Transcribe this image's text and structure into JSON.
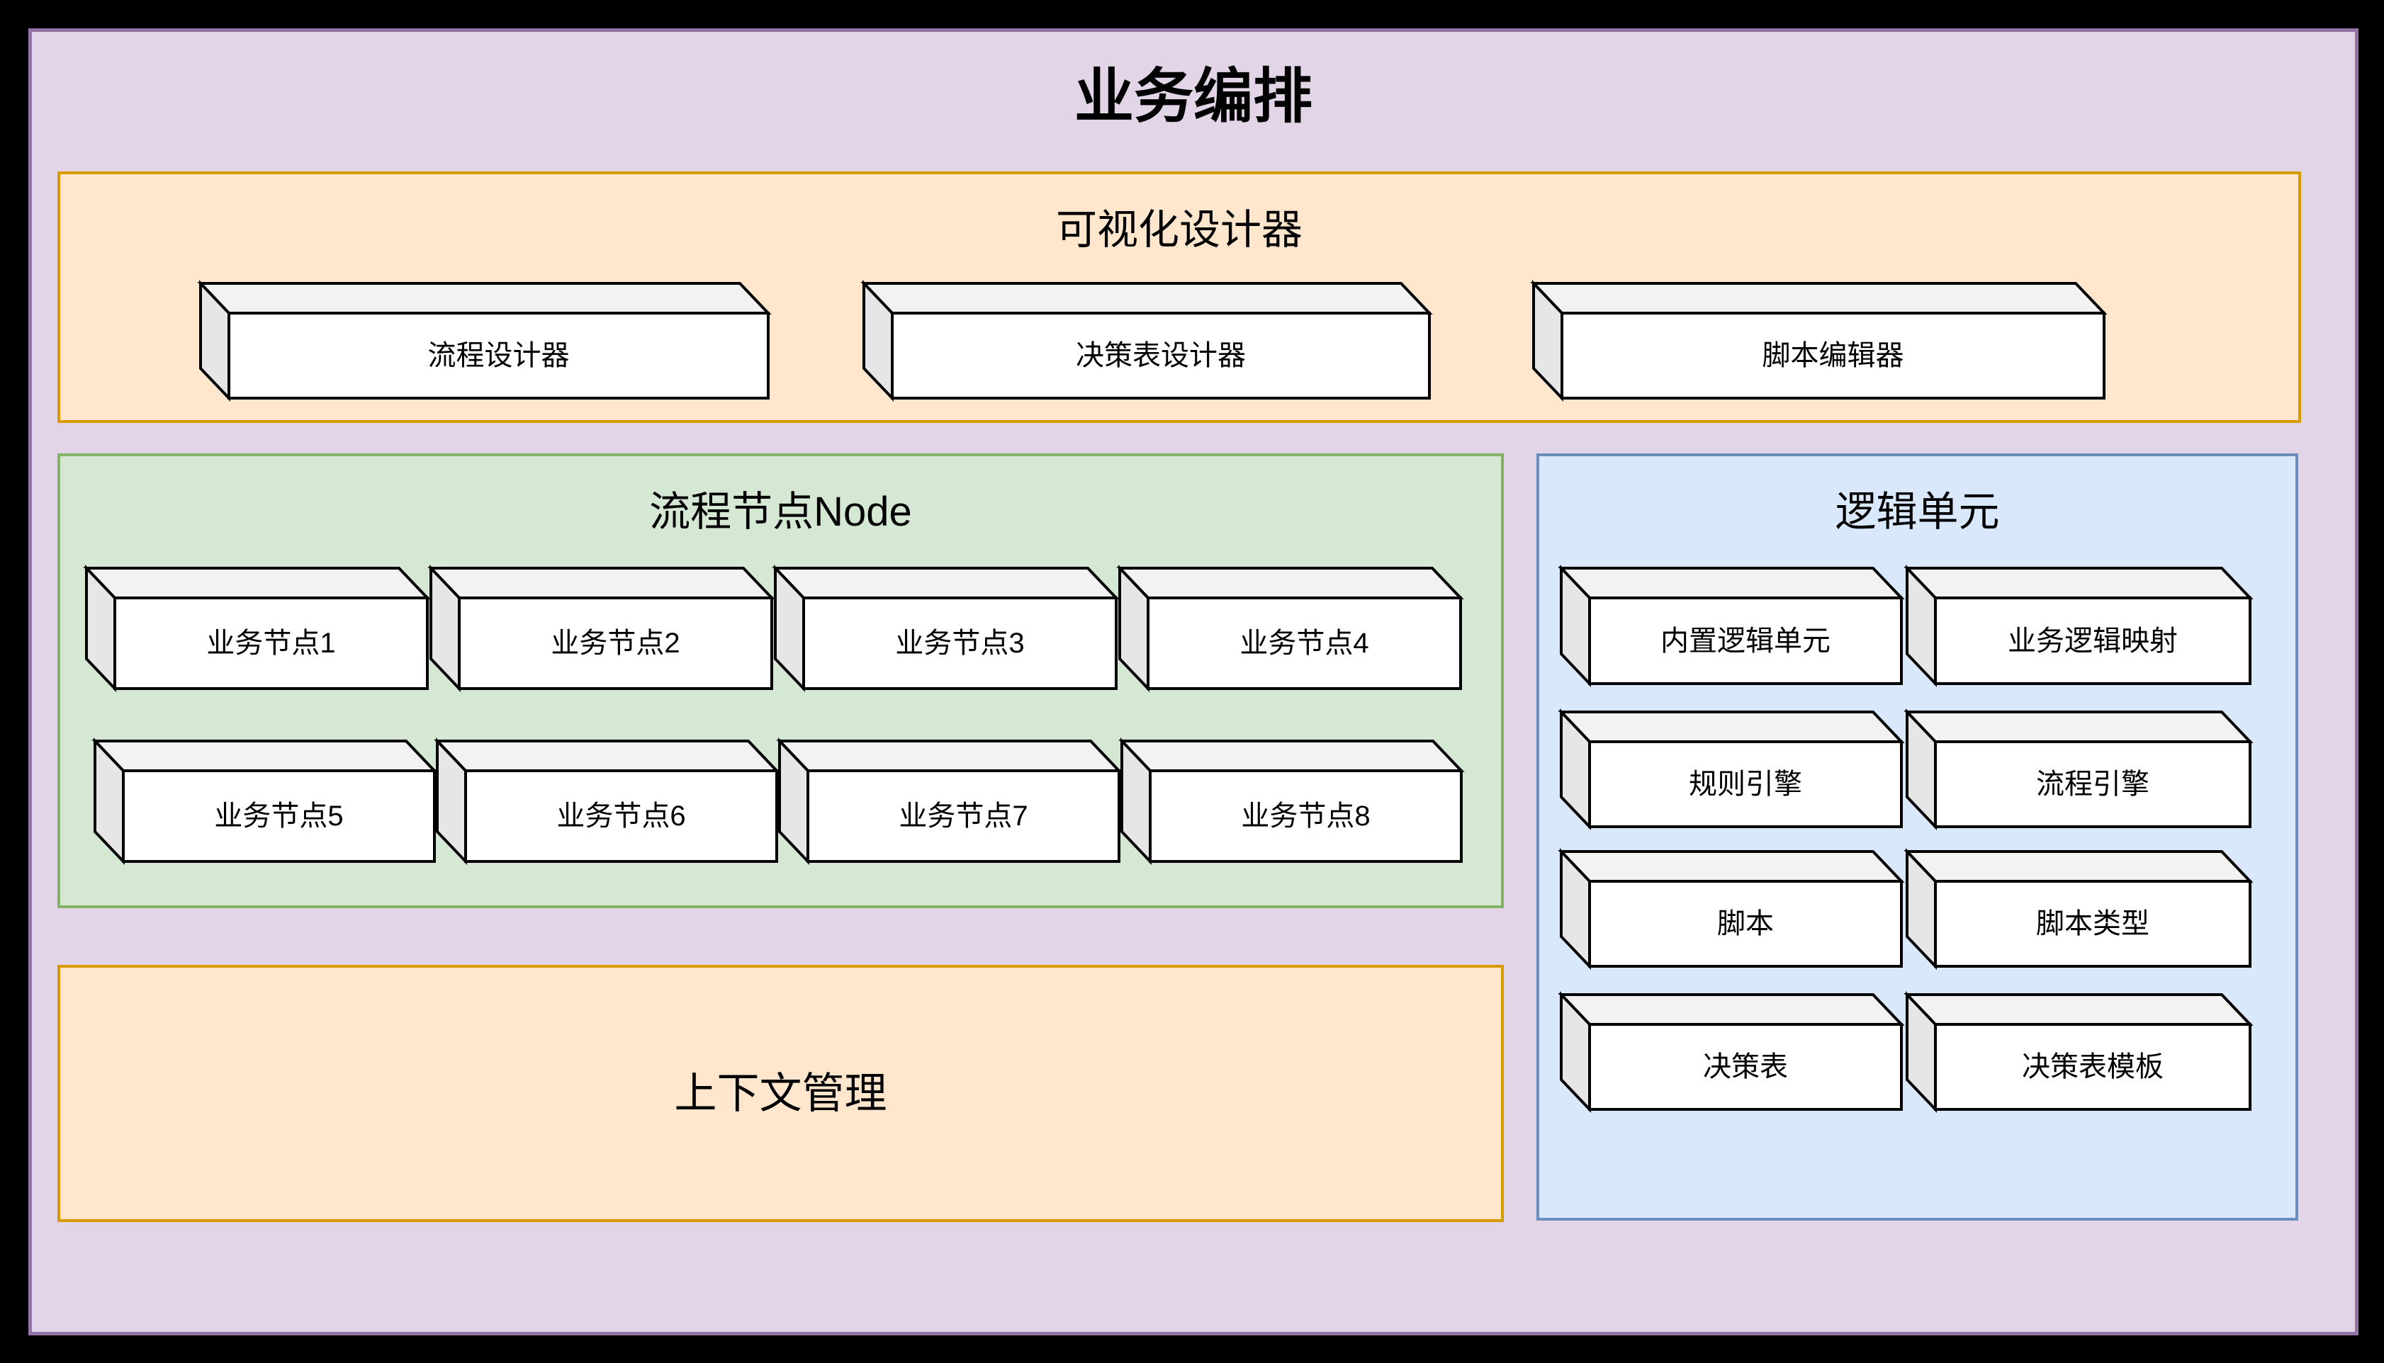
{
  "title": "业务编排",
  "sections": {
    "visual_designer": {
      "title": "可视化设计器",
      "boxes": [
        "流程设计器",
        "决策表设计器",
        "脚本编辑器"
      ]
    },
    "flow_nodes": {
      "title": "流程节点Node",
      "boxes": [
        "业务节点1",
        "业务节点2",
        "业务节点3",
        "业务节点4",
        "业务节点5",
        "业务节点6",
        "业务节点7",
        "业务节点8"
      ]
    },
    "logic_units": {
      "title": "逻辑单元",
      "boxes": [
        "内置逻辑单元",
        "业务逻辑映射",
        "规则引擎",
        "流程引擎",
        "脚本",
        "脚本类型",
        "决策表",
        "决策表模板"
      ]
    },
    "context_management": {
      "title": "上下文管理"
    }
  },
  "palette": {
    "outer_background": "#000000",
    "panel_fill": "#e1d5e7",
    "panel_border": "#9673a6",
    "orange_fill": "#ffe6cc",
    "orange_border": "#d79b00",
    "green_fill": "#d5e8d4",
    "green_border": "#82b366",
    "blue_fill": "#dae8fc",
    "blue_border": "#6c8ebf",
    "cube_front": "#ffffff",
    "cube_top": "#f2f2f2",
    "cube_side": "#e6e6e6",
    "cube_stroke": "#000000",
    "text": "#000000"
  }
}
